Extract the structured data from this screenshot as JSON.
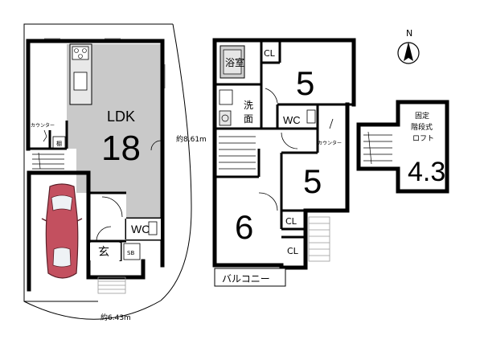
{
  "first_floor": {
    "ldk_label": "LDK",
    "ldk_size": "18",
    "counter_label": "カウンター",
    "shelf_label": "棚",
    "wc_label": "WC",
    "entrance_label": "玄",
    "shoe_box_label": "SB"
  },
  "second_floor": {
    "bath_label": "浴室",
    "washroom_label": "洗\n面",
    "wash_1": "洗",
    "wash_2": "面",
    "closet_label": "CL",
    "wc_label": "WC",
    "room_a_size": "5",
    "room_b_size": "5",
    "room_c_size": "6",
    "counter_label": "カウンター",
    "balcony_label": "バルコニー"
  },
  "loft": {
    "title_1": "固定",
    "title_2": "階段式",
    "title_3": "ロフト",
    "size": "4.3"
  },
  "dimensions": {
    "depth": "約8.61m",
    "width": "約6.43m"
  },
  "compass": {
    "north": "N"
  }
}
